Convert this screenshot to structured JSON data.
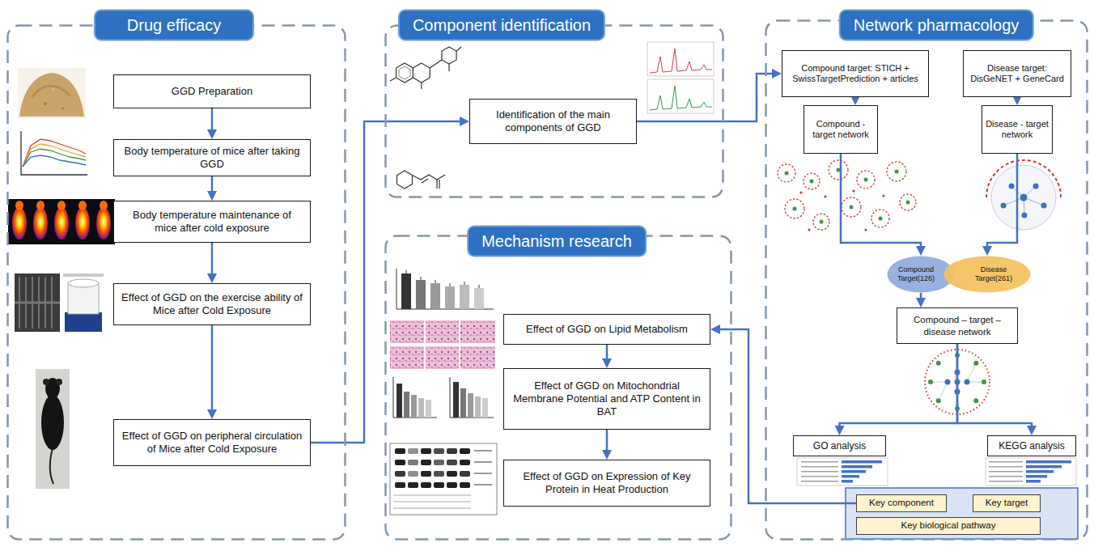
{
  "diagram": {
    "nodes": [
      {
        "text": [
          "Drug efficacy"
        ]
      },
      {
        "text": [
          "GGD Preparation"
        ],
        "in": 0
      },
      {
        "text": [
          "Body temperature of mice after taking GGD"
        ],
        "in": 0
      },
      {
        "text": [
          "Body temperature maintenance of mice after cold exposure"
        ],
        "in": 0
      },
      {
        "text": [
          "Effect of GGD on the exercise ability of Mice after Cold Exposure"
        ],
        "in": 0
      },
      {
        "text": [
          "Effect of GGD on peripheral circulation of Mice after Cold Exposure"
        ],
        "in": 0
      },
      {
        "text": [
          "Component identification"
        ]
      },
      {
        "text": [
          "Identification of the main components of GGD"
        ],
        "in": 6
      },
      {
        "text": [
          "Network pharmacology"
        ]
      },
      {
        "text": [
          "Compound target: STICH + SwissTargetPrediction + articles"
        ],
        "in": 8
      },
      {
        "text": [
          "Disease target: DisGeNET + GeneCard"
        ],
        "in": 8
      },
      {
        "text": [
          "Compound - target network"
        ],
        "in": 8
      },
      {
        "text": [
          "Disease - target network"
        ],
        "in": 8
      },
      {
        "text": [
          "Compound Target(126)"
        ],
        "in": 8
      },
      {
        "text": [
          "Disease Target(261)"
        ],
        "in": 8
      },
      {
        "text": [
          "Compound – target – disease network"
        ],
        "in": 8
      },
      {
        "text": [
          "GO analysis"
        ],
        "in": 8
      },
      {
        "text": [
          "KEGG analysis"
        ],
        "in": 8
      },
      {
        "text": [
          "Key component"
        ],
        "in": 8
      },
      {
        "text": [
          "Key target"
        ],
        "in": 8
      },
      {
        "text": [
          "Key biological pathway"
        ],
        "in": 8
      },
      {
        "text": [
          "Mechanism research"
        ]
      },
      {
        "text": [
          "Effect of GGD on Lipid Metabolism"
        ],
        "in": 21
      },
      {
        "text": [
          "Effect of GGD on Mitochondrial Membrane Potential and ATP Content in BAT"
        ],
        "in": 21
      },
      {
        "text": [
          "Effect of GGD on Expression of Key Protein in Heat Production"
        ],
        "in": 21
      }
    ],
    "edges": [
      {
        "from": 1,
        "to": 2,
        "arrow": "to"
      },
      {
        "from": 2,
        "to": 3,
        "arrow": "to"
      },
      {
        "from": 3,
        "to": 4,
        "arrow": "to"
      },
      {
        "from": 4,
        "to": 5,
        "arrow": "to"
      },
      {
        "from": 5,
        "to": 7,
        "arrow": "to"
      },
      {
        "from": 7,
        "to": 9,
        "arrow": "to"
      },
      {
        "from": 9,
        "to": 11,
        "arrow": "to"
      },
      {
        "from": 10,
        "to": 12,
        "arrow": "to"
      },
      {
        "from": 11,
        "to": 13,
        "arrow": "to"
      },
      {
        "from": 12,
        "to": 14,
        "arrow": "to"
      },
      {
        "from": 13,
        "to": 15,
        "arrow": "to"
      },
      {
        "from": 15,
        "to": 16,
        "arrow": "to"
      },
      {
        "from": 15,
        "to": 17,
        "arrow": "to"
      },
      {
        "from": 18,
        "to": 22,
        "arrow": "to"
      },
      {
        "from": 22,
        "to": 23,
        "arrow": "to"
      },
      {
        "from": 23,
        "to": 24,
        "arrow": "to"
      }
    ]
  }
}
